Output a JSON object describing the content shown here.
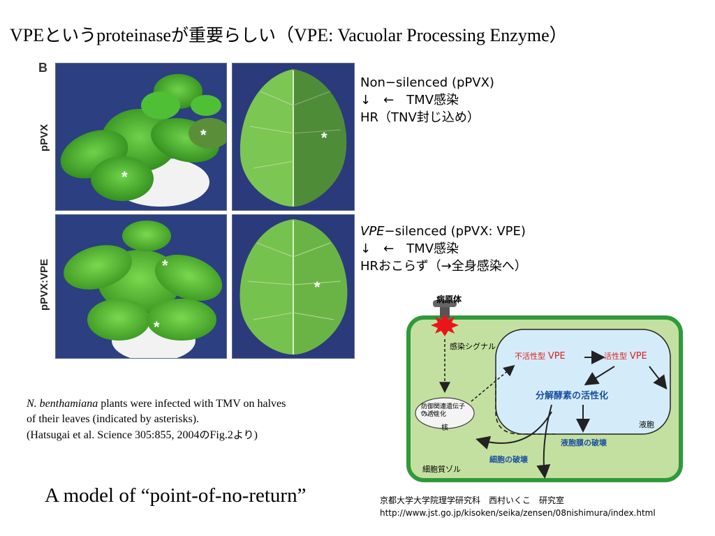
{
  "title": {
    "part1": "VPE",
    "part2": "という",
    "part3": "proteinase",
    "part4": "が重要らしい",
    "part5": "（VPE: Vacuolar Processing Enzyme）"
  },
  "figure": {
    "panel_label": "B",
    "row_labels": [
      "pPVX",
      "pPVX:VPE"
    ],
    "asterisk": "*"
  },
  "notes": {
    "block1": {
      "line1": "Non−silenced (pPVX)",
      "line2": "↓　←　TMV感染",
      "line3": "HR（TNV封じ込め）"
    },
    "block2": {
      "line1_italic": "VPE",
      "line1_rest": "−silenced (pPVX: VPE)",
      "line2": "↓　←　TMV感染",
      "line3": "HRおこらず（→全身感染へ）"
    }
  },
  "caption": {
    "species": "N. benthamiana",
    "line1_rest": " plants were infected with TMV on halves",
    "line2": "of their leaves (indicated by asterisks).",
    "line3_a": "(Hatsugai et al. Science 305:855, 2004",
    "line3_b": "の",
    "line3_c": "Fig.2",
    "line3_d": "より",
    "line3_e": ")"
  },
  "model_text": "A model of “point-of-no-return”",
  "credit": {
    "line1": "京都大学大学院理学研究科　西村いくこ　研究室",
    "line2": "http://www.jst.go.jp/kisoken/seika/zensen/08nishimura/index.html"
  },
  "diagram": {
    "pathogen": "病原体",
    "signal": "感染シグナル",
    "inactive_jp": "不活性型",
    "active_jp": "活性型",
    "vpe": "VPE",
    "nucleus_text1": "防御関連遺伝子",
    "nucleus_text2": "の活性化",
    "nucleus": "核",
    "enzyme_activation": "分解酵素の活性化",
    "vacuole": "液胞",
    "vacuole_membrane": "液胞膜の破壊",
    "cell_destruction": "細胞の破壊",
    "cytosol": "細胞質ゾル",
    "colors": {
      "cell_border": "#2e9a3a",
      "cytosol": "#c4e0a0",
      "vacuole": "#d4ecfa",
      "vpe_red": "#e0201a",
      "blue_text": "#1a4fa0",
      "burst": "#e8161a"
    }
  }
}
